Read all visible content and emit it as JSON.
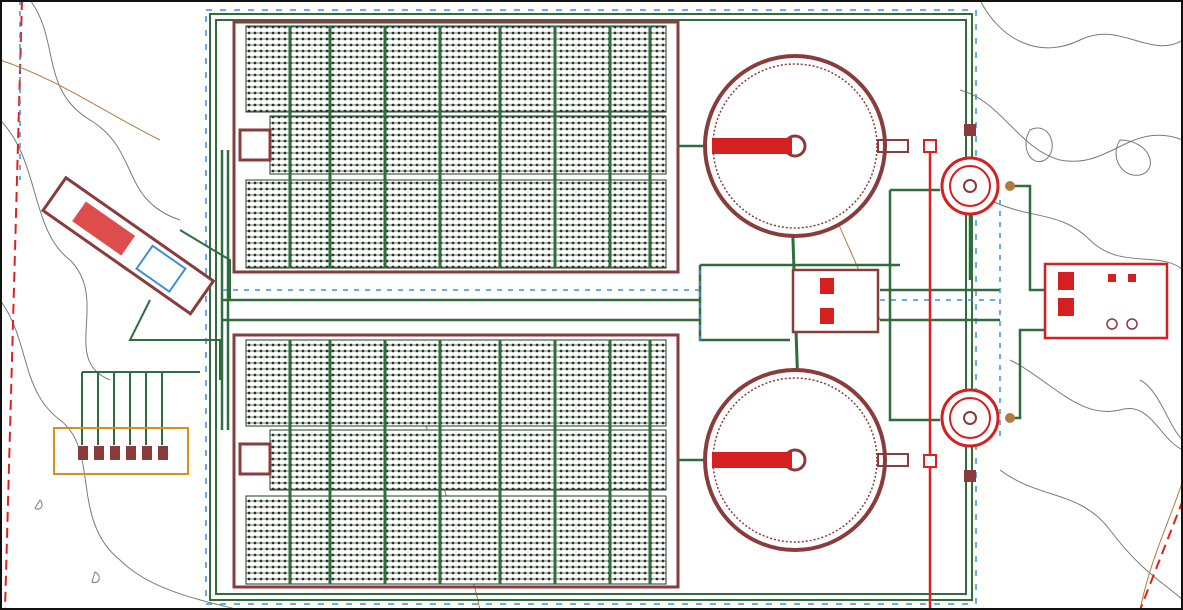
{
  "drawing": {
    "kind": "wastewater treatment plant site plan",
    "colors": {
      "background": "#ffffff",
      "contour": "#7a7a7a",
      "contour_brown": "#b07a3c",
      "pipe_green": "#2f6e3c",
      "pipe_blue": "#3f8fd8",
      "structure_red": "#d42020",
      "structure_maroon": "#8a3c3c",
      "grid_dark": "#1f3a22",
      "boundary_red": "#e02020",
      "frame": "#111111"
    },
    "elements": {
      "aeration_basins": 2,
      "circular_clarifiers": 2,
      "digesters": 2,
      "pump_station_cells": 6,
      "equipment_buildings": 2
    },
    "icons": [
      "tank-icon",
      "clarifier-icon",
      "digester-icon",
      "pipe-icon",
      "pump-icon",
      "contour-icon"
    ]
  }
}
